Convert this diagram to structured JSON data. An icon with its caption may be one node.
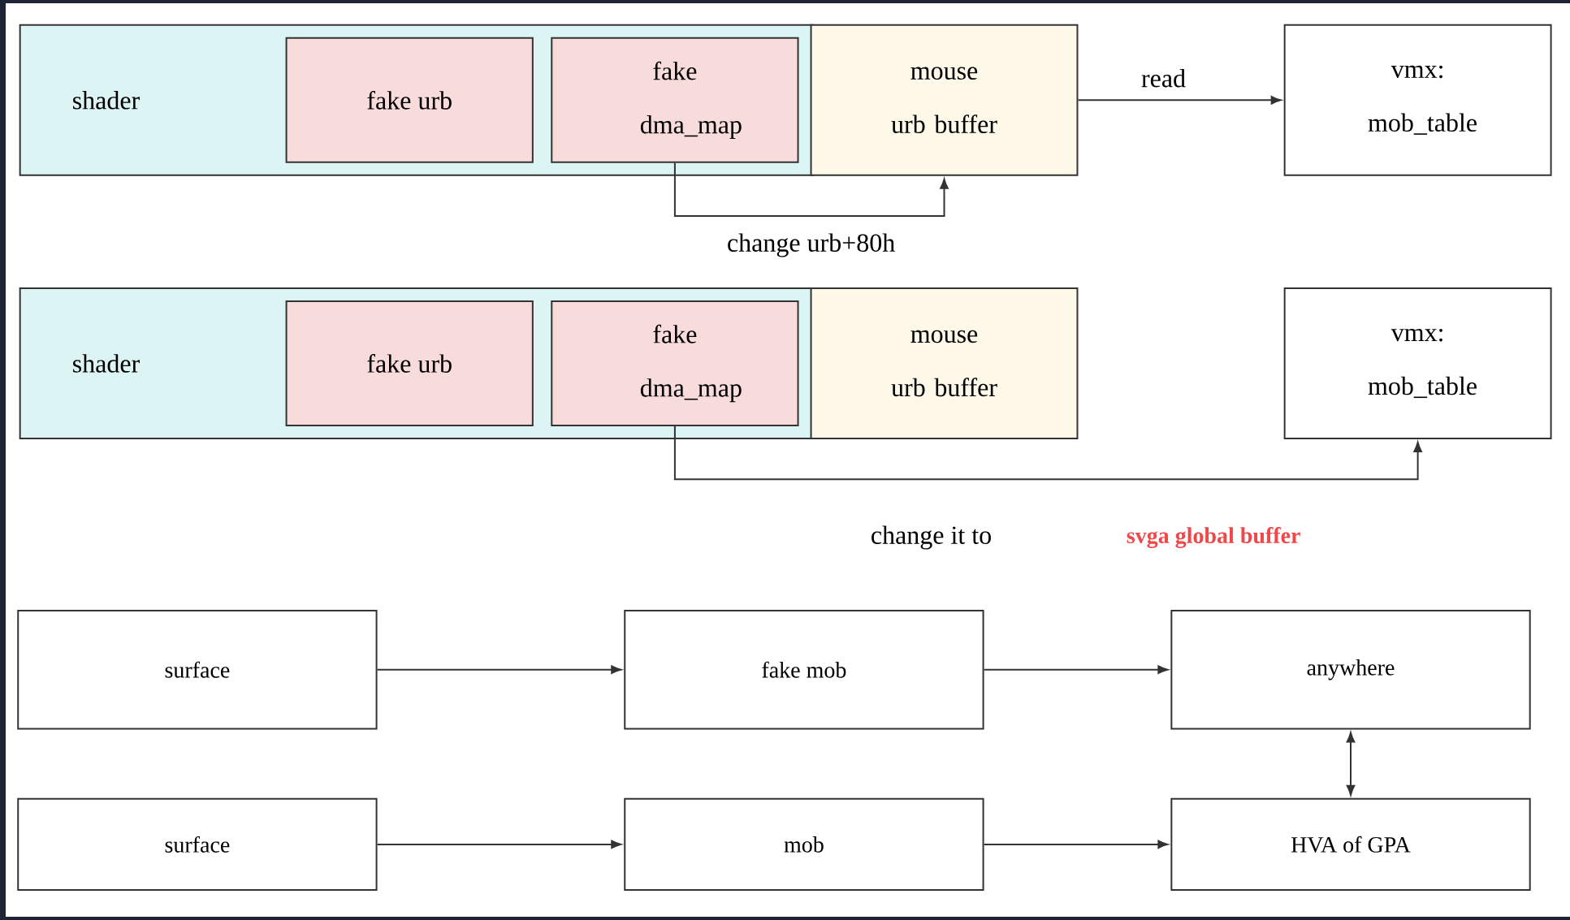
{
  "diagram": {
    "nodes": [
      {
        "text": [
          "shader"
        ]
      },
      {
        "text": [
          "fake urb"
        ],
        "in": 0
      },
      {
        "text": [
          "fake dma_map"
        ],
        "in": 0
      },
      {
        "text": [
          "mouse urb buffer"
        ]
      },
      {
        "text": [
          "vmx: mob_table"
        ]
      },
      {
        "text": [
          "shader"
        ]
      },
      {
        "text": [
          "fake urb"
        ],
        "in": 5
      },
      {
        "text": [
          "fake dma_map"
        ],
        "in": 5
      },
      {
        "text": [
          "mouse urb buffer"
        ]
      },
      {
        "text": [
          "vmx: mob_table"
        ]
      },
      {
        "text": [
          "surface"
        ]
      },
      {
        "text": [
          "fake mob"
        ]
      },
      {
        "text": [
          "anywhere"
        ]
      },
      {
        "text": [
          "surface"
        ]
      },
      {
        "text": [
          "mob"
        ]
      },
      {
        "text": [
          "HVA of GPA"
        ]
      }
    ],
    "edges": [
      {
        "from": 3,
        "to": 4,
        "arrow": "to",
        "label": "read"
      },
      {
        "from": 2,
        "to": 3,
        "arrow": "to",
        "label": "change urb+80h"
      },
      {
        "from": 7,
        "to": 9,
        "arrow": "to"
      },
      {
        "from": 10,
        "to": 11,
        "arrow": "to"
      },
      {
        "from": 11,
        "to": 12,
        "arrow": "to"
      },
      {
        "from": 13,
        "to": 14,
        "arrow": "to"
      },
      {
        "from": 14,
        "to": 15,
        "arrow": "to"
      },
      {
        "from": 12,
        "to": 15,
        "arrow": "both"
      }
    ],
    "labels": [
      "change it to",
      "svga global buffer"
    ]
  }
}
